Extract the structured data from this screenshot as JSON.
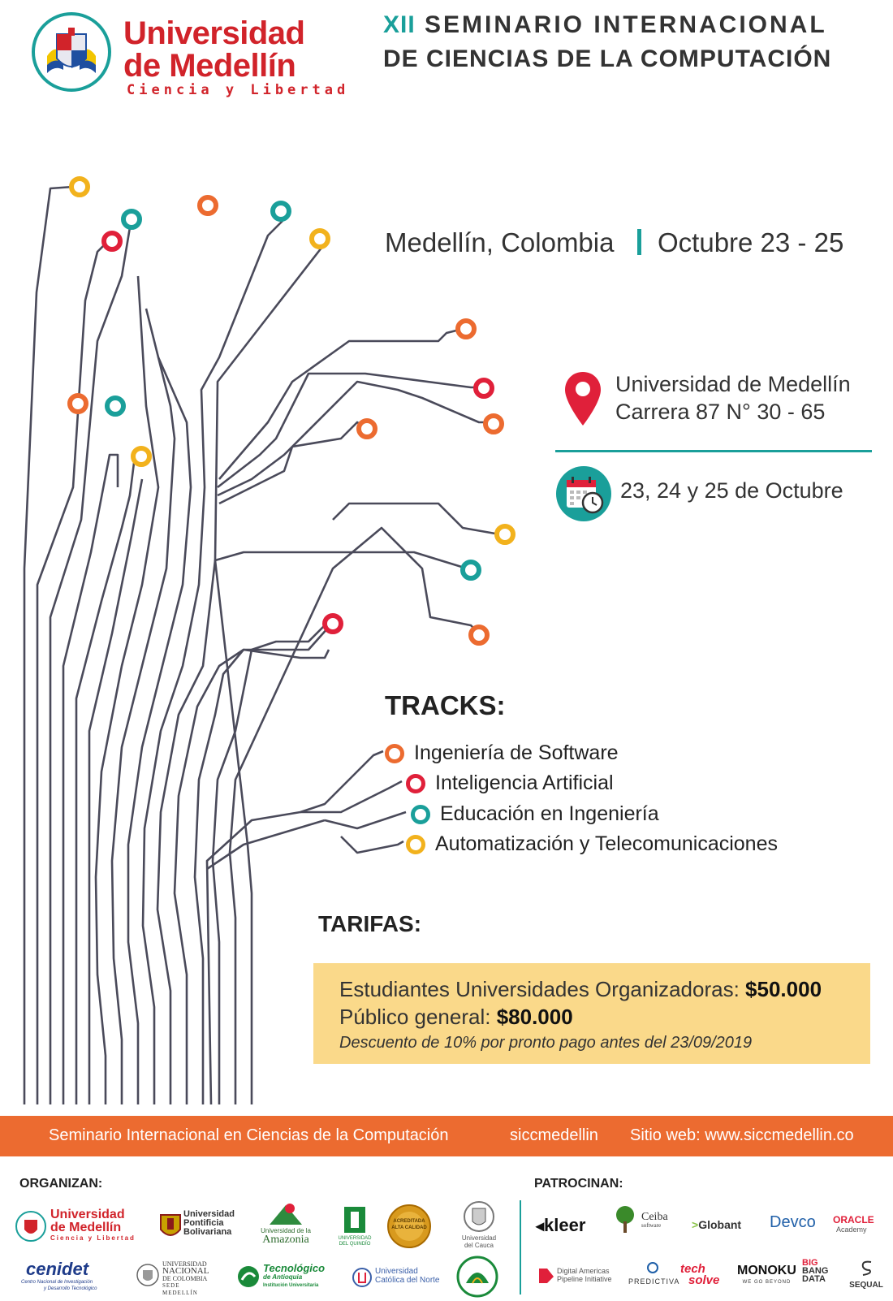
{
  "header": {
    "university_line1": "Universidad",
    "university_line2": "de Medellín",
    "university_motto": "Ciencia y Libertad",
    "seminar_number": "XII",
    "seminar_line1": "SEMINARIO INTERNACIONAL",
    "seminar_line2": "DE CIENCIAS DE LA COMPUTACIÓN"
  },
  "event": {
    "city": "Medellín, Colombia",
    "date_range": "Octubre 23 - 25",
    "venue_name": "Universidad de Medellín",
    "venue_address": "Carrera 87 N° 30 - 65",
    "dates": "23, 24 y 25 de Octubre"
  },
  "tracks": {
    "title": "TRACKS:",
    "items": [
      {
        "label": "Ingeniería de Software",
        "color": "#ec6b30"
      },
      {
        "label": "Inteligencia Artificial",
        "color": "#e0203a"
      },
      {
        "label": "Educación en Ingeniería",
        "color": "#1a9f9a"
      },
      {
        "label": "Automatización y Telecomunicaciones",
        "color": "#f2b21d"
      }
    ]
  },
  "tarifas": {
    "title": "TARIFAS:",
    "line1_label": "Estudiantes Universidades Organizadoras: ",
    "line1_amount": "$50.000",
    "line2_label": "Público general: ",
    "line2_amount": "$80.000",
    "note": "Descuento de 10% por pronto pago antes del 23/09/2019"
  },
  "footer_bar": {
    "name": "Seminario Internacional en Ciencias de la Computación",
    "handle": "siccmedellin",
    "website": "Sitio web: www.siccmedellin.co"
  },
  "organizers": {
    "label": "ORGANIZAN:",
    "items": [
      {
        "name": "universidad-de-medellin",
        "text1": "Universidad",
        "text2": "de Medellín",
        "text3": "Ciencia y Libertad"
      },
      {
        "name": "pontificia-bolivariana",
        "text1": "Universidad",
        "text2": "Pontificia",
        "text3": "Bolivariana"
      },
      {
        "name": "amazonia",
        "text1": "Universidad de la",
        "text2": "Amazonia"
      },
      {
        "name": "quindio",
        "text1": "UNIVERSIDAD",
        "text2": "DEL QUINDÍO"
      },
      {
        "name": "acreditada",
        "text1": "ACREDITADA",
        "text2": "ALTA CALIDAD"
      },
      {
        "name": "cauca",
        "text1": "Universidad",
        "text2": "del Cauca"
      },
      {
        "name": "cenidet",
        "text1": "cenidet",
        "text2": "Centro Nacional de Investigación",
        "text3": "y Desarrollo Tecnológico"
      },
      {
        "name": "nacional",
        "text1": "UNIVERSIDAD",
        "text2": "NACIONAL",
        "text3": "DE COLOMBIA",
        "text4": "SEDE MEDELLÍN"
      },
      {
        "name": "tecnologico-antioquia",
        "text1": "Tecnológico",
        "text2": "de Antioquia",
        "text3": "Institución Universitaria"
      },
      {
        "name": "catolica-norte",
        "text1": "Universidad",
        "text2": "Católica del Norte"
      }
    ]
  },
  "sponsors": {
    "label": "PATROCINAN:",
    "items": [
      {
        "name": "kleer",
        "text": "kleer"
      },
      {
        "name": "ceiba",
        "text1": "Ceiba",
        "text2": "software"
      },
      {
        "name": "globant",
        "text": "Globant"
      },
      {
        "name": "devco",
        "text": "Devco"
      },
      {
        "name": "oracle",
        "text1": "ORACLE",
        "text2": "Academy"
      },
      {
        "name": "digital-americas",
        "text1": "Digital Americas",
        "text2": "Pipeline Initiative"
      },
      {
        "name": "predictiva",
        "text": "PREDICTIVA"
      },
      {
        "name": "techsolve",
        "text1": "tech",
        "text2": "solve"
      },
      {
        "name": "monoku",
        "text1": "MONOKU",
        "text2": "WE GO BEYOND"
      },
      {
        "name": "bigbangdata",
        "text1": "BIG",
        "text2": "BANG",
        "text3": "DATA"
      },
      {
        "name": "sequal",
        "text": "SEQUAL"
      }
    ]
  },
  "colors": {
    "teal": "#1a9f9a",
    "orange": "#ec6b30",
    "red": "#e0203a",
    "yellow": "#f2b21d",
    "brand_red": "#d1232a",
    "tarifas_bg": "#fad98a"
  }
}
